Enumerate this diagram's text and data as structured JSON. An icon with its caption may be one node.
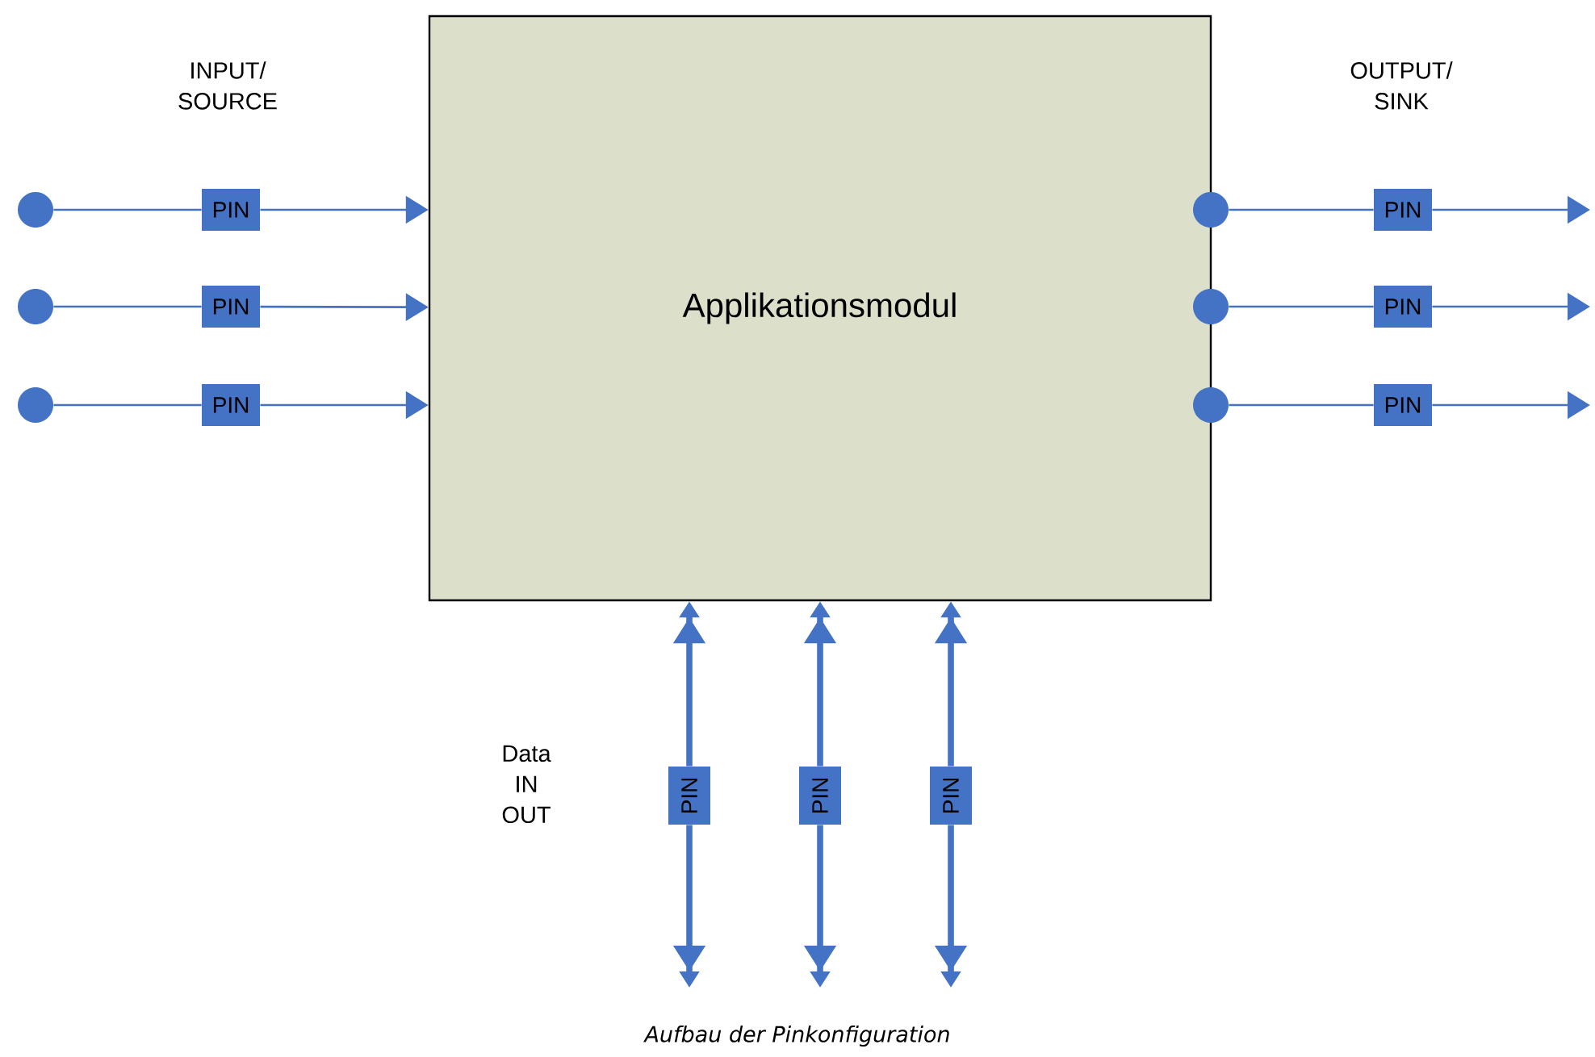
{
  "diagram": {
    "caption": "Aufbau der Pinkonfiguration",
    "nodes": [
      {
        "text": [
          "Applikationsmodul"
        ]
      },
      {
        "text": [],
        "shape": "circle"
      },
      {
        "text": [],
        "shape": "circle"
      },
      {
        "text": [],
        "shape": "circle"
      },
      {
        "text": [
          "PIN"
        ]
      },
      {
        "text": [
          "PIN"
        ]
      },
      {
        "text": [
          "PIN"
        ]
      },
      {
        "text": [],
        "shape": "circle"
      },
      {
        "text": [],
        "shape": "circle"
      },
      {
        "text": [],
        "shape": "circle"
      },
      {
        "text": [
          "PIN"
        ]
      },
      {
        "text": [
          "PIN"
        ]
      },
      {
        "text": [
          "PIN"
        ]
      },
      {
        "text": [
          "PIN"
        ]
      },
      {
        "text": [
          "PIN"
        ]
      },
      {
        "text": [
          "PIN"
        ]
      }
    ],
    "edges": [
      {
        "from": 1,
        "to": 4,
        "arrow": "none"
      },
      {
        "from": 4,
        "to": 0,
        "arrow": "to"
      },
      {
        "from": 2,
        "to": 5,
        "arrow": "none"
      },
      {
        "from": 5,
        "to": 0,
        "arrow": "to"
      },
      {
        "from": 3,
        "to": 6,
        "arrow": "none"
      },
      {
        "from": 6,
        "to": 0,
        "arrow": "to"
      },
      {
        "from": 7,
        "to": 10,
        "arrow": "none"
      },
      {
        "from": 10,
        "to": null,
        "arrow": "to"
      },
      {
        "from": 8,
        "to": 11,
        "arrow": "none"
      },
      {
        "from": 11,
        "to": null,
        "arrow": "to"
      },
      {
        "from": 9,
        "to": 12,
        "arrow": "none"
      },
      {
        "from": 12,
        "to": null,
        "arrow": "to"
      },
      {
        "from": 13,
        "to": 0,
        "arrow": "to",
        "style": "thick"
      },
      {
        "from": 13,
        "to": null,
        "arrow": "to",
        "style": "thick"
      },
      {
        "from": 14,
        "to": 0,
        "arrow": "to",
        "style": "thick"
      },
      {
        "from": 14,
        "to": null,
        "arrow": "to",
        "style": "thick"
      },
      {
        "from": 15,
        "to": 0,
        "arrow": "to",
        "style": "thick"
      },
      {
        "from": 15,
        "to": null,
        "arrow": "to",
        "style": "thick"
      }
    ],
    "labels": [
      "INPUT/ SOURCE",
      "OUTPUT/ SINK",
      "Data IN OUT"
    ]
  }
}
